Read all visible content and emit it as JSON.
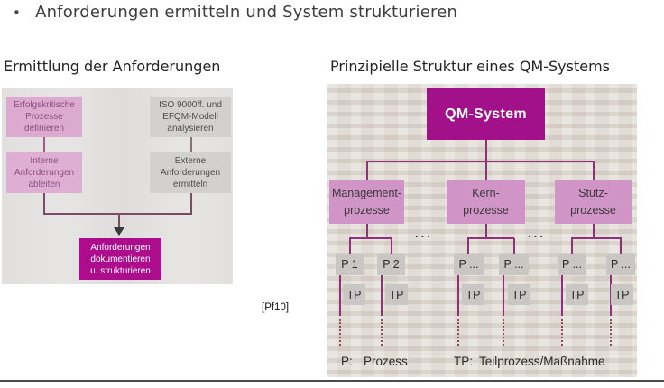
{
  "title": {
    "bullet": "•",
    "text": "Anforderungen ermitteln und System strukturieren"
  },
  "citation": "[Pf10]",
  "left_panel": {
    "heading": "Ermittlung der Anforderungen",
    "flowchart": {
      "boxes": [
        {
          "id": "erfolgskritische",
          "text": "Erfolgskritische\nProzesse\ndefinieren",
          "style": "pink"
        },
        {
          "id": "iso-efqm",
          "text": "ISO 9000ff. und\nEFQM-Modell\nanalysieren",
          "style": "gray"
        },
        {
          "id": "interne",
          "text": "Interne\nAnforderungen\nableiten",
          "style": "pink"
        },
        {
          "id": "externe",
          "text": "Externe\nAnforderungen\nermitteln",
          "style": "gray"
        },
        {
          "id": "dokumentieren",
          "text": "Anforderungen\ndokumentieren\nu. strukturieren",
          "style": "magenta"
        }
      ]
    }
  },
  "right_panel": {
    "heading": "Prinzipielle Struktur eines QM-Systems",
    "tree": {
      "root": "QM-System",
      "level2": [
        "Management-\nprozesse",
        "Kern-\nprozesse",
        "Stütz-\nprozesse"
      ],
      "processes": [
        "P 1",
        "P 2",
        "P ...",
        "P ...",
        "P ...",
        "P ..."
      ],
      "subprocess_label": "TP",
      "ellipsis": "..."
    },
    "legend": {
      "p_key": "P:",
      "p_value": "Prozess",
      "tp_key": "TP:",
      "tp_value": "Teilprozess/Maßnahme"
    }
  },
  "colors": {
    "qm_magenta": "#a2108a",
    "box_magenta": "#ad0d8d",
    "box_pink": "#dcaacf",
    "level2_pink": "#d194c7",
    "box_gray": "#d3d1cf",
    "tree_line": "#8d3278",
    "scan_background": "#e9e5e0"
  }
}
